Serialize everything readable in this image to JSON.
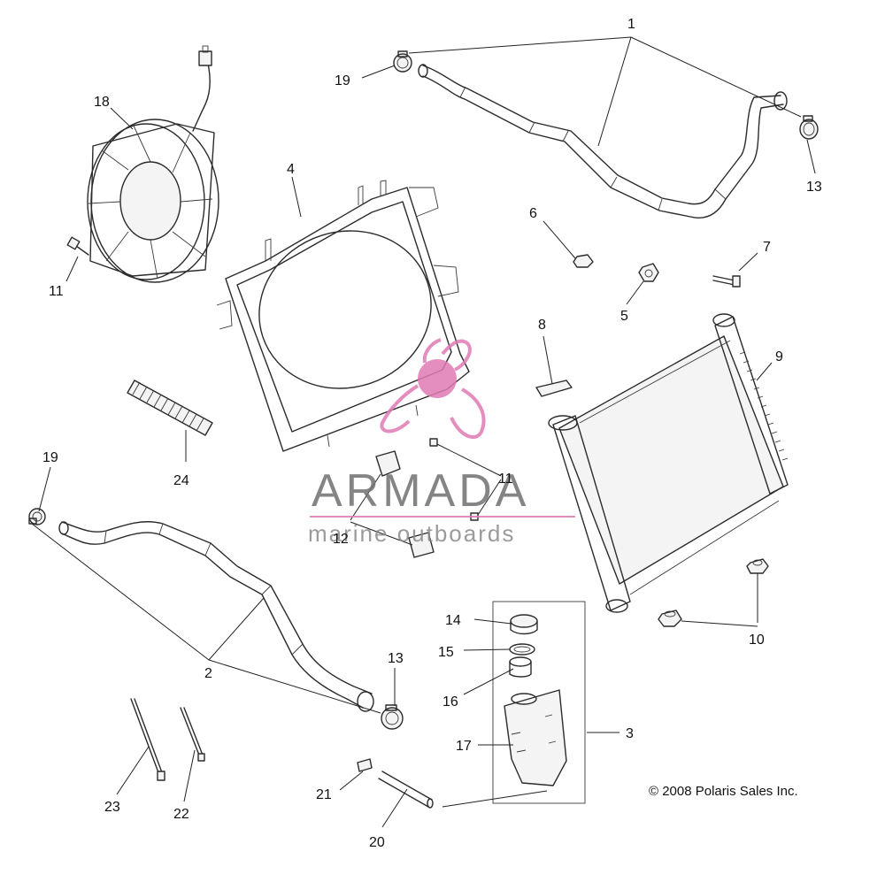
{
  "diagram": {
    "callouts": [
      {
        "id": "c1",
        "label": "1"
      },
      {
        "id": "c2",
        "label": "2"
      },
      {
        "id": "c3",
        "label": "3"
      },
      {
        "id": "c4",
        "label": "4"
      },
      {
        "id": "c5",
        "label": "5"
      },
      {
        "id": "c6",
        "label": "6"
      },
      {
        "id": "c7",
        "label": "7"
      },
      {
        "id": "c8",
        "label": "8"
      },
      {
        "id": "c9",
        "label": "9"
      },
      {
        "id": "c10",
        "label": "10"
      },
      {
        "id": "c11a",
        "label": "11"
      },
      {
        "id": "c11b",
        "label": "11"
      },
      {
        "id": "c12",
        "label": "12"
      },
      {
        "id": "c13a",
        "label": "13"
      },
      {
        "id": "c13b",
        "label": "13"
      },
      {
        "id": "c14",
        "label": "14"
      },
      {
        "id": "c15",
        "label": "15"
      },
      {
        "id": "c16",
        "label": "16"
      },
      {
        "id": "c17",
        "label": "17"
      },
      {
        "id": "c18",
        "label": "18"
      },
      {
        "id": "c19a",
        "label": "19"
      },
      {
        "id": "c19b",
        "label": "19"
      },
      {
        "id": "c20",
        "label": "20"
      },
      {
        "id": "c21",
        "label": "21"
      },
      {
        "id": "c22",
        "label": "22"
      },
      {
        "id": "c23",
        "label": "23"
      },
      {
        "id": "c24",
        "label": "24"
      }
    ],
    "copyright": "© 2008 Polaris Sales Inc."
  },
  "watermark": {
    "brand": "ARMADA",
    "tagline": "marine outboards",
    "color": "#e07ab4"
  },
  "colors": {
    "line": "#2b2b2b",
    "background": "#ffffff"
  }
}
